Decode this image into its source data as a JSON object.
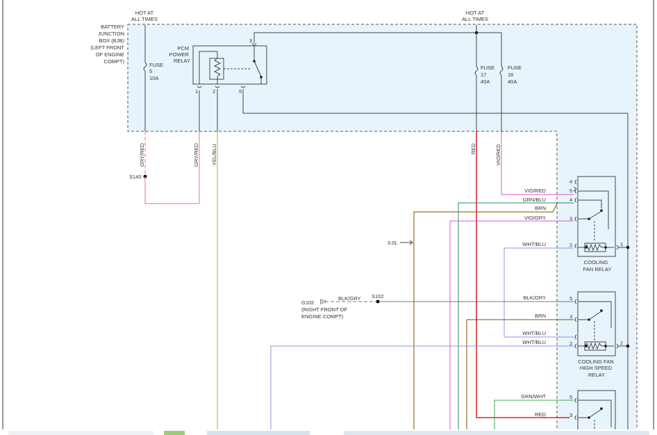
{
  "labels": {
    "hot_left": [
      "HOT AT",
      "ALL TIMES"
    ],
    "hot_right": [
      "HOT AT",
      "ALL TIMES"
    ],
    "bjb": [
      "BATTERY",
      "JUNCTION",
      "BOX (BJB)",
      "(LEFT FRONT",
      "OF ENGINE",
      "COMPT)"
    ],
    "pcm_relay": [
      "PCM",
      "POWER",
      "RELAY"
    ],
    "fuse5": [
      "FUSE",
      "5",
      "10A"
    ],
    "fuse17": [
      "FUSE",
      "17",
      "40A"
    ],
    "fuse16": [
      "FUSE",
      "16",
      "40A"
    ],
    "pin_3_pcm": "3",
    "pin_1_pcm": "1",
    "pin_2_pcm": "2",
    "pin_5_pcm": "5",
    "wire_gryred_1": "GRY/RED",
    "wire_gryred_2": "GRY/RED",
    "wire_yelblu": "YEL/BLU",
    "wire_red": "RED",
    "wire_viored": "VIO/RED",
    "s140": "S140",
    "s102": "S102",
    "g102": [
      "G102",
      "(RIGHT FRONT OF",
      "ENGINE COMPT)"
    ],
    "blk_gry_left": "BLK/GRY",
    "engine_30l": "3.0L",
    "cfr_wires": [
      "VIO/RED",
      "GRN/BLU",
      "BRN",
      "VIO/GRY",
      "WHT/BLU"
    ],
    "cfr_pins": [
      "4",
      "5",
      "4",
      "3",
      "2",
      "1"
    ],
    "cfr_name": [
      "COOLING",
      "FAN RELAY"
    ],
    "hsr_wires": [
      "BLK/GRY",
      "BRN",
      "WHT/BLU",
      "WHT/BLU"
    ],
    "hsr_pins": [
      "5",
      "3",
      "2",
      "1"
    ],
    "hsr_name": [
      "COOLING FAN",
      "HIGH SPEED",
      "RELAY"
    ],
    "r3_wires": [
      "GRN/WHT",
      "RED"
    ],
    "r3_pins": [
      "5",
      "3"
    ]
  },
  "colors": {
    "bjb_fill": "#e8f4fb",
    "dash": "#555555",
    "black_wire": "#444444",
    "gry_red": "#e07a7a",
    "yel_blu": "#b3b300",
    "red": "#cc0000",
    "vio_red": "#e050d0",
    "vio_gry": "#e050d0",
    "grn_blu": "#2e8b57",
    "brn": "#7a5200",
    "wht_blu": "#9090e0",
    "grn_wht": "#44aa44",
    "blk_gry": "#777777"
  }
}
